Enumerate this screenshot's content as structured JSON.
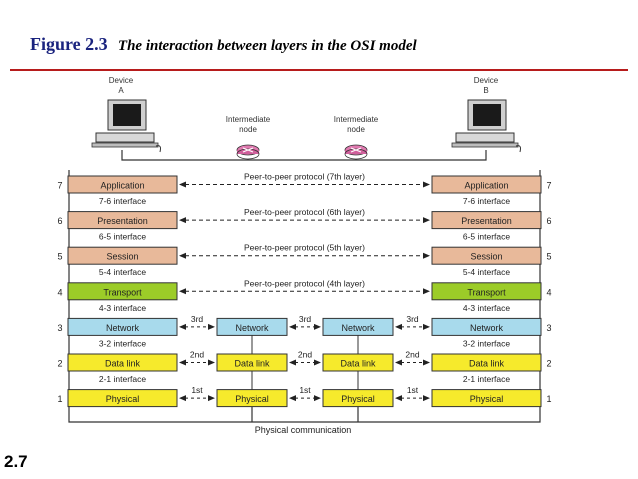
{
  "figure": {
    "number": "Figure 2.3",
    "caption": "The interaction between layers in the OSI model"
  },
  "slide_number": "2.7",
  "devices": {
    "a": {
      "line1": "Device",
      "line2": "A"
    },
    "b": {
      "line1": "Device",
      "line2": "B"
    }
  },
  "intermediate_nodes": [
    {
      "line1": "Intermediate",
      "line2": "node"
    },
    {
      "line1": "Intermediate",
      "line2": "node"
    }
  ],
  "layers": [
    {
      "num": "7",
      "name": "Application",
      "color": "#e8b99a",
      "protocol": "Peer-to-peer protocol (7th layer)"
    },
    {
      "num": "6",
      "name": "Presentation",
      "color": "#e8b99a",
      "protocol": "Peer-to-peer protocol (6th layer)"
    },
    {
      "num": "5",
      "name": "Session",
      "color": "#e8b99a",
      "protocol": "Peer-to-peer protocol (5th layer)"
    },
    {
      "num": "4",
      "name": "Transport",
      "color": "#9ccc28",
      "protocol": "Peer-to-peer protocol (4th layer)"
    },
    {
      "num": "3",
      "name": "Network",
      "color": "#a8daec",
      "hop": "3rd"
    },
    {
      "num": "2",
      "name": "Data link",
      "color": "#f6ea2c",
      "hop": "2nd"
    },
    {
      "num": "1",
      "name": "Physical",
      "color": "#f6ea2c",
      "hop": "1st"
    }
  ],
  "interfaces": [
    "7-6 interface",
    "6-5 interface",
    "5-4 interface",
    "4-3 interface",
    "3-2 interface",
    "2-1 interface"
  ],
  "physical_communication": "Physical communication"
}
